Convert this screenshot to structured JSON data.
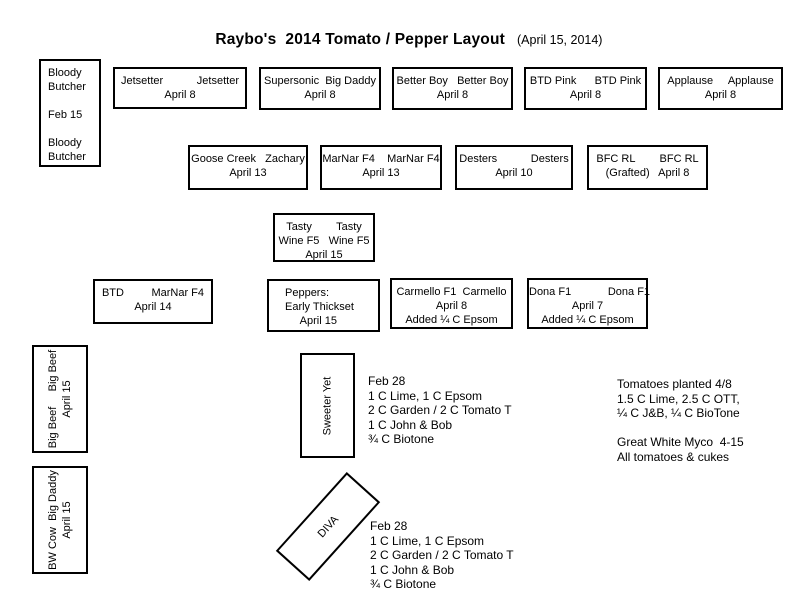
{
  "title": {
    "main": "Raybo's  2014 Tomato / Pepper Layout",
    "date": "(April 15, 2014)"
  },
  "beds": {
    "bloody_butcher": {
      "lines": [
        "Bloody",
        "Butcher",
        "",
        "Feb 15",
        "",
        "Bloody",
        "Butcher"
      ]
    },
    "jetsetter": {
      "lines": [
        "Jetsetter           Jetsetter",
        "April 8"
      ]
    },
    "supersonic": {
      "lines": [
        "Supersonic  Big Daddy",
        "April 8"
      ]
    },
    "better_boy": {
      "lines": [
        "Better Boy   Better Boy",
        "April 8"
      ]
    },
    "btd_pink": {
      "lines": [
        "BTD Pink      BTD Pink",
        "April 8"
      ]
    },
    "applause": {
      "lines": [
        "Applause     Applause",
        "April 8"
      ]
    },
    "goose_creek": {
      "lines": [
        "Goose Creek   Zachary",
        "April 13"
      ]
    },
    "marnar_f4": {
      "lines": [
        "MarNar F4    MarNar F4",
        "April 13"
      ]
    },
    "desters": {
      "lines": [
        "Desters           Desters",
        "April 10"
      ]
    },
    "bfc_rl": {
      "lines": [
        "BFC RL        BFC RL",
        "(Grafted)   April 8"
      ]
    },
    "tasty_wine": {
      "lines": [
        "Tasty        Tasty",
        "Wine F5   Wine F5",
        "April 15"
      ]
    },
    "btd_marnar": {
      "lines": [
        "BTD         MarNar F4",
        "April 14"
      ]
    },
    "peppers": {
      "lines": [
        "Peppers:",
        "Early Thickset",
        "     April 15"
      ]
    },
    "carmello": {
      "lines": [
        "Carmello F1  Carmello",
        "April 8",
        "Added ¼ C Epsom"
      ]
    },
    "dona": {
      "lines": [
        "Dona F1            Dona F1",
        "April 7",
        "Added ¼ C Epsom"
      ]
    },
    "big_beef": {
      "lines": [
        "Big Beef     Big Beef",
        "April 15"
      ]
    },
    "bw_cow": {
      "lines": [
        "BW Cow  Big Daddy",
        "April 15"
      ]
    },
    "sweeter_yet": {
      "lines": [
        "Sweeter Yet"
      ]
    },
    "diva": {
      "lines": [
        "DIVA"
      ]
    }
  },
  "notes": {
    "sweeter_feeding": {
      "lines": [
        "Feb 28",
        "1 C Lime, 1 C Epsom",
        "2 C Garden / 2 C Tomato T",
        "1 C John & Bob",
        "¾ C Biotone"
      ]
    },
    "planting_summary": {
      "lines": [
        "Tomatoes planted 4/8",
        "1.5 C Lime, 2.5 C OTT,",
        "¼ C J&B, ¼ C BioTone",
        "",
        "Great White Myco  4-15",
        "All tomatoes & cukes"
      ]
    },
    "diva_feeding": {
      "lines": [
        "Feb 28",
        "1 C Lime, 1 C Epsom",
        "2 C Garden / 2 C Tomato T",
        "1 C John & Bob",
        "¾ C Biotone"
      ]
    }
  }
}
